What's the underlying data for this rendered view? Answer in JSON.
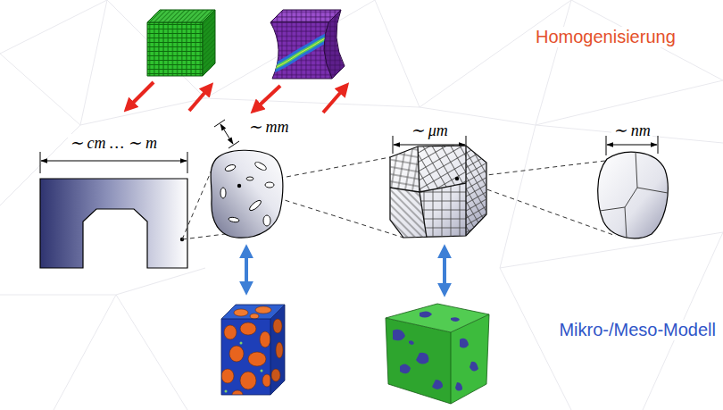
{
  "diagram": {
    "labels": [
      "Homogenisierung",
      "∼ cm … ∼ m",
      "∼ mm",
      "∼ μm",
      "∼ nm",
      "Mikro-/Meso-Modell"
    ]
  }
}
